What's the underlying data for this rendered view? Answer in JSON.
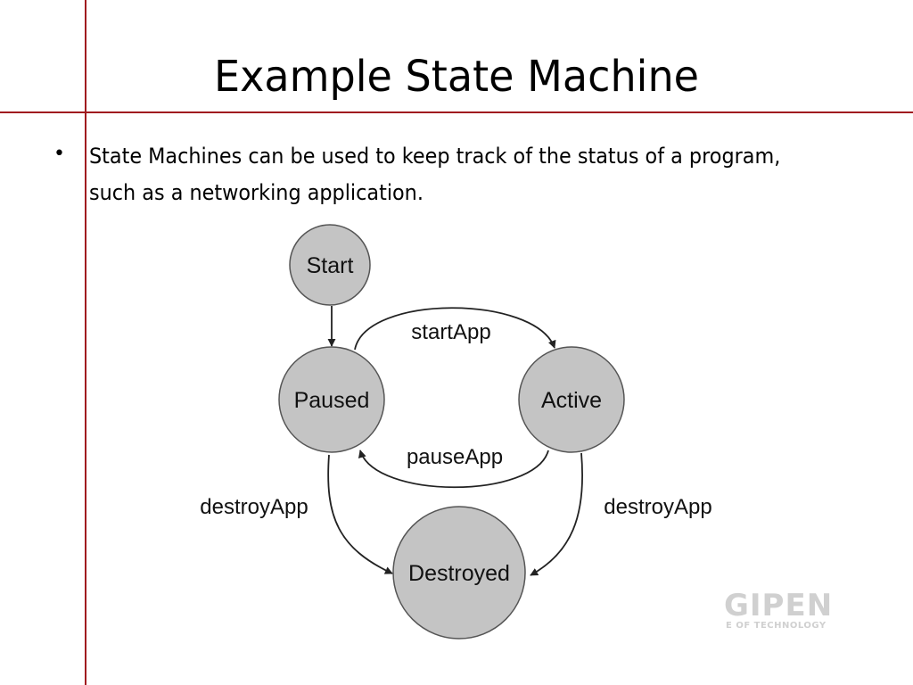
{
  "slide": {
    "title": "Example State Machine",
    "bullets": [
      "State Machines can be used to keep track of the status of a program, such as a networking application."
    ]
  },
  "diagram": {
    "states": {
      "start": "Start",
      "paused": "Paused",
      "active": "Active",
      "destroyed": "Destroyed"
    },
    "transitions": {
      "start_app": "startApp",
      "pause_app": "pauseApp",
      "destroy_app_left": "destroyApp",
      "destroy_app_right": "destroyApp"
    },
    "node_fill": "#c4c4c4",
    "node_stroke": "#555555"
  },
  "watermark": {
    "main": "GIPEN",
    "sub": "E OF TECHNOLOGY"
  },
  "colors": {
    "rule": "#a01a1f"
  }
}
